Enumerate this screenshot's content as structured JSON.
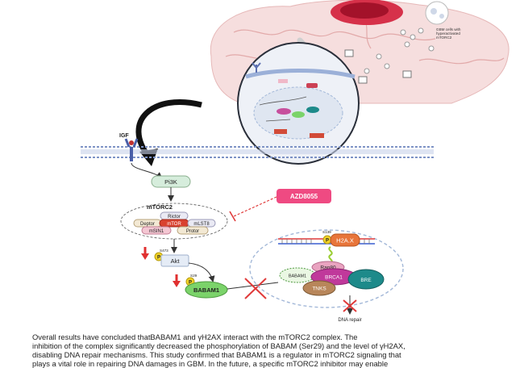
{
  "inset": {
    "cells_label_1": "GBM cells with",
    "cells_label_2": "hyperactivated",
    "cells_label_3": "mTORC2"
  },
  "diagram": {
    "igf": "IGF",
    "pi3k": "Pi3K",
    "mtorc2": "mTORC2",
    "rictor": "Rictor",
    "deptor": "Deptor",
    "mtor": "mTOR",
    "mlst8": "mLST8",
    "msin1": "mSIN1",
    "protor": "Protor",
    "inhibitor": "AZD8055",
    "p": "P",
    "akt_site": "S473",
    "akt": "Akt",
    "babam1_site": "S29",
    "babam1": "BABAM1",
    "h2ax_site": "S139",
    "h2ax": "H2A.X",
    "rap80": "Rap80",
    "brca1": "BRCA1",
    "bre": "BRE",
    "tnks": "TNKS",
    "babam1_small": "BABAM1",
    "dna_repair": "DNA repair"
  },
  "caption": {
    "line1": "Overall results have concluded thatBABAM1 and γH2AX interact with the mTORC2 complex. The",
    "line2": "inhibition of the complex significantly decreased the phosphorylation of BABAM (Ser29) and the level of γH2AX,",
    "line3": "disabling DNA repair mechanisms. This study confirmed that BABAM1 is a regulator in mTORC2 signaling that",
    "line4": "plays a vital role in repairing DNA damages in GBM. In the future, a specific mTORC2 inhibitor may enable"
  },
  "colors": {
    "brain": "#f4d9d9",
    "tumor": "#c0112b",
    "membrane": "#9bb0d8",
    "inhibitor": "#ef4a82",
    "mtor": "#d9412f",
    "babam1": "#7bd36a",
    "phospho": "#f1d227",
    "brca1": "#c0399b",
    "bre": "#1d8a8a",
    "tnks": "#b8865a",
    "rap80": "#e9a3c0",
    "h2ax": "#e8753a",
    "nucleus_dash": "#a3b8d8"
  }
}
